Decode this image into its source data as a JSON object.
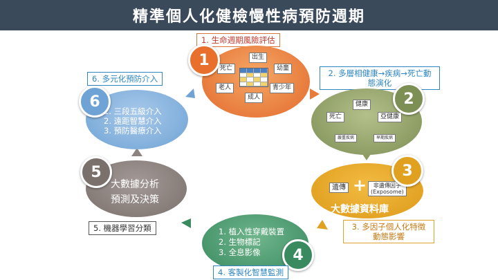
{
  "title": "精準個人化健檢慢性病預防週期",
  "steps": {
    "s1": {
      "number": "1",
      "label": "1. 生命週期風險評估",
      "nodes": {
        "birth": "出生",
        "infant": "幼童",
        "teen": "青少年",
        "adult": "成人",
        "elder": "老人",
        "death": "死亡"
      }
    },
    "s2": {
      "number": "2",
      "label": "2. 多層相健康→疾病→死亡動態演化",
      "nodes": {
        "health": "健康",
        "subhealth": "亞健康",
        "early": "早期疾病",
        "chronic": "嚴重疾病",
        "death": "死亡"
      }
    },
    "s3": {
      "number": "3",
      "label": "3. 多因子個人化特徵動態影響",
      "genetic": "遺傳",
      "plus": "+",
      "nongenetic": "非遺傳因子",
      "exposome": "(Exposome)",
      "database": "大數據資料庫"
    },
    "s4": {
      "number": "4",
      "label": "4. 客製化智慧監測",
      "items": [
        "1. 植入性穿戴裝置",
        "2. 生物標記",
        "3. 全息影像"
      ]
    },
    "s5": {
      "number": "5",
      "label": "5. 機器學習分類",
      "lines": [
        "大數據分析",
        "預測及決策"
      ]
    },
    "s6": {
      "number": "6",
      "label": "6. 多元化預防介入",
      "items": [
        "1. 三段五級介入",
        "2. 遠距智慧介入",
        "3. 預防醫療介入"
      ]
    }
  }
}
